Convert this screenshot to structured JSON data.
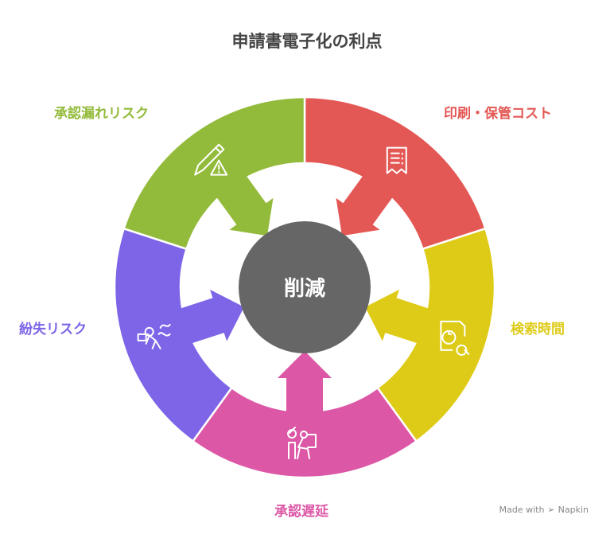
{
  "title": "申請書電子化の利点",
  "center": {
    "label": "削減",
    "color": "#666666"
  },
  "segments": [
    {
      "label": "印刷・保管コスト",
      "color": "#E35855",
      "icon": "receipt-icon"
    },
    {
      "label": "検索時間",
      "color": "#DECB18",
      "icon": "document-search-clock-icon"
    },
    {
      "label": "承認遅延",
      "color": "#DC57A6",
      "icon": "waiting-person-icon"
    },
    {
      "label": "紛失リスク",
      "color": "#7E65E8",
      "icon": "running-person-icon"
    },
    {
      "label": "承認漏れリスク",
      "color": "#93BB3B",
      "icon": "pencil-warning-icon"
    }
  ],
  "footer": {
    "text": "Made with",
    "brand": "Napkin"
  }
}
